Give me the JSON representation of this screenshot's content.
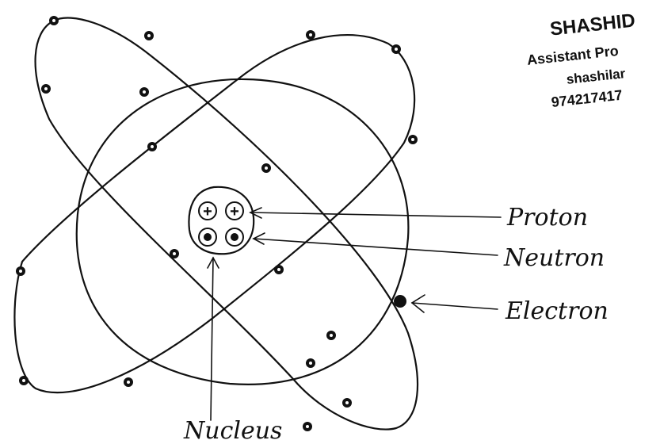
{
  "credit": {
    "name": "SHASHID",
    "position": "Assistant Pro",
    "email": "shashilar",
    "phone": "974217417"
  },
  "labels": {
    "proton": "Proton",
    "neutron": "Neutron",
    "electron": "Electron",
    "nucleus": "Nucleus"
  },
  "nucleus_particles": {
    "proton_symbol": "+",
    "count_protons": 2,
    "count_neutrons": 2
  }
}
